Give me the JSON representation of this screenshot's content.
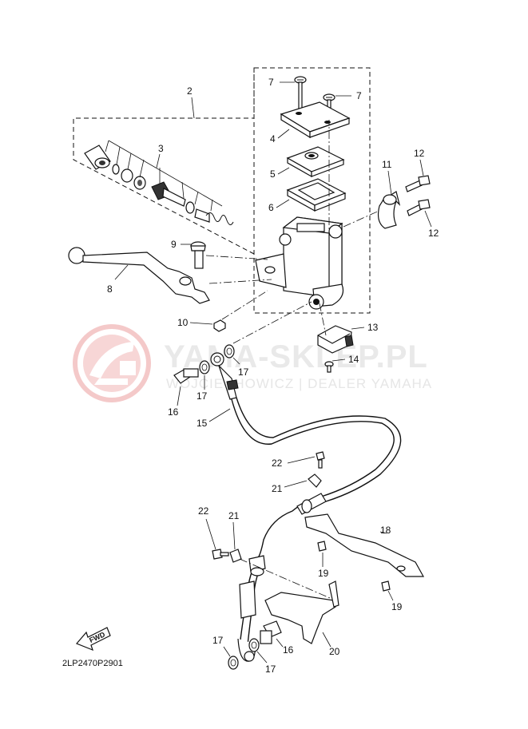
{
  "watermark": {
    "title": "YAMA-SKLEP.PL",
    "subtitle": "WOJCIECHOWICZ | DEALER YAMAHA",
    "logo_color": "#f2c4c4"
  },
  "diagram_code": "2LP2470P2901",
  "fwd_label": "FWD",
  "callouts": [
    {
      "id": "c7a",
      "text": "7"
    },
    {
      "id": "c7b",
      "text": "7"
    },
    {
      "id": "c2",
      "text": "2"
    },
    {
      "id": "c4",
      "text": "4"
    },
    {
      "id": "c3",
      "text": "3"
    },
    {
      "id": "c5",
      "text": "5"
    },
    {
      "id": "c11",
      "text": "11"
    },
    {
      "id": "c12a",
      "text": "12"
    },
    {
      "id": "c6",
      "text": "6"
    },
    {
      "id": "c12b",
      "text": "12"
    },
    {
      "id": "c9",
      "text": "9"
    },
    {
      "id": "c8",
      "text": "8"
    },
    {
      "id": "c10",
      "text": "10"
    },
    {
      "id": "c13",
      "text": "13"
    },
    {
      "id": "c14",
      "text": "14"
    },
    {
      "id": "c17a",
      "text": "17"
    },
    {
      "id": "c17b",
      "text": "17"
    },
    {
      "id": "c16a",
      "text": "16"
    },
    {
      "id": "c15",
      "text": "15"
    },
    {
      "id": "c22a",
      "text": "22"
    },
    {
      "id": "c21a",
      "text": "21"
    },
    {
      "id": "c22b",
      "text": "22"
    },
    {
      "id": "c21b",
      "text": "21"
    },
    {
      "id": "c18",
      "text": "18"
    },
    {
      "id": "c19a",
      "text": "19"
    },
    {
      "id": "c19b",
      "text": "19"
    },
    {
      "id": "c17c",
      "text": "17"
    },
    {
      "id": "c16b",
      "text": "16"
    },
    {
      "id": "c20",
      "text": "20"
    },
    {
      "id": "c17d",
      "text": "17"
    }
  ]
}
